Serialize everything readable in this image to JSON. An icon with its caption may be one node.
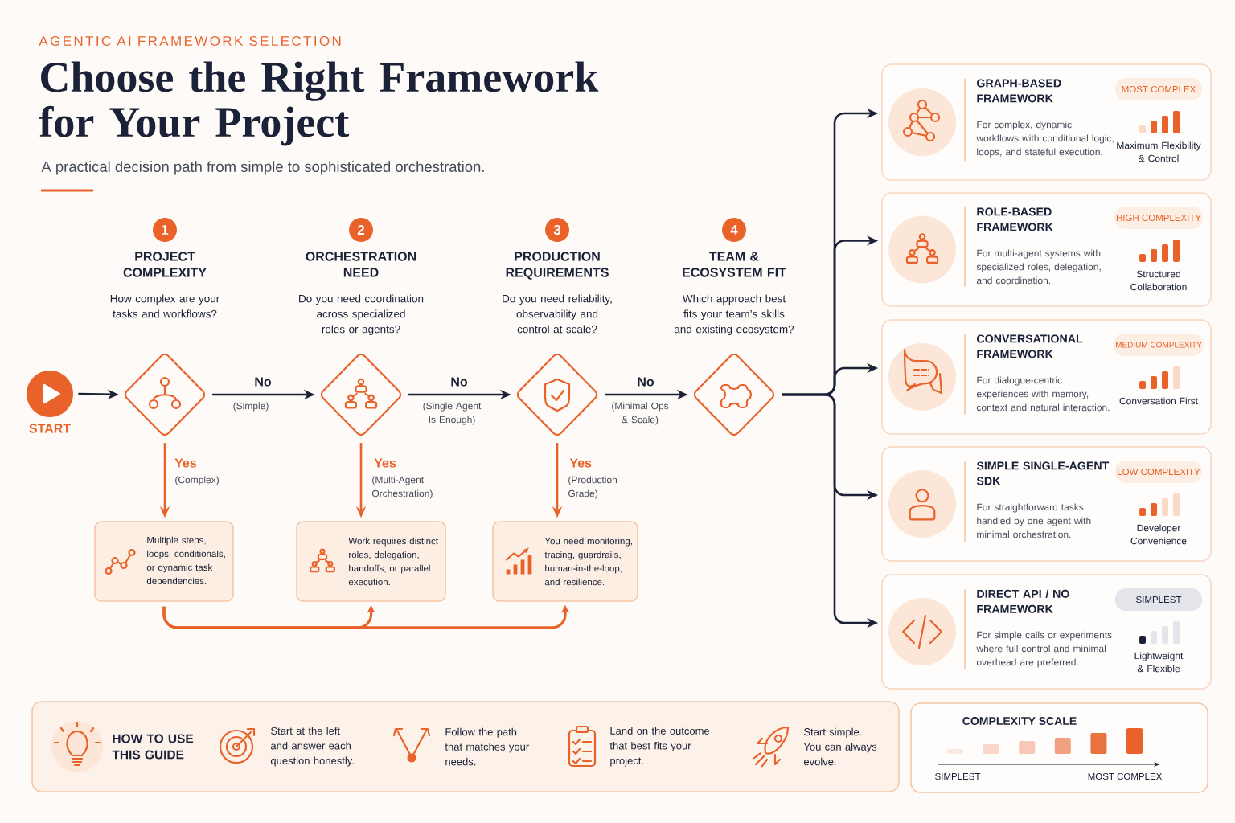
{
  "diagram": {
    "title": "Choose the Right Framework for Your Project",
    "nodes": [
      {
        "text": [
          "START"
        ]
      },
      {
        "text": [],
        "shape": "diamond",
        "beside": [
          "1",
          "PROJECT COMPLEXITY",
          "How complex are your tasks and workflows?"
        ]
      },
      {
        "text": [],
        "shape": "diamond",
        "beside": [
          "2",
          "ORCHESTRATION NEED",
          "Do you need coordination across specialized roles or agents?"
        ]
      },
      {
        "text": [],
        "shape": "diamond",
        "beside": [
          "3",
          "PRODUCTION REQUIREMENTS",
          "Do you need reliability, observability and control at scale?"
        ]
      },
      {
        "text": [],
        "shape": "diamond",
        "beside": [
          "4",
          "TEAM & ECOSYSTEM FIT",
          "Which approach best fits your team’s skills and existing ecosystem?"
        ]
      },
      {
        "text": [
          "Multiple steps, loops, conditionals, or dynamic task dependencies."
        ]
      },
      {
        "text": [
          "Work requires distinct roles, delegation, handoffs, or parallel execution."
        ]
      },
      {
        "text": [
          "You need monitoring, tracing, guardrails, human-in-the-loop, and resilience."
        ]
      },
      {
        "text": [
          "GRAPH-BASED FRAMEWORK",
          "For complex, dynamic workflows with conditional logic, loops, and stateful execution.",
          "Maximum Flexibility & Control"
        ]
      },
      {
        "text": [
          "MOST COMPLEX"
        ],
        "in": 8
      },
      {
        "text": [
          "ROLE-BASED FRAMEWORK",
          "For multi-agent systems with specialized roles, delegation, and coordination.",
          "Structured Collaboration"
        ]
      },
      {
        "text": [
          "HIGH COMPLEXITY"
        ],
        "in": 10
      },
      {
        "text": [
          "CONVERSATIONAL FRAMEWORK",
          "For dialogue-centric experiences with memory, context and natural interaction.",
          "Conversation First"
        ]
      },
      {
        "text": [
          "MEDIUM COMPLEXITY"
        ],
        "in": 12
      },
      {
        "text": [
          "SIMPLE SINGLE-AGENT SDK",
          "For straightforward tasks handled by one agent with minimal orchestration.",
          "Developer Convenience"
        ]
      },
      {
        "text": [
          "LOW COMPLEXITY"
        ],
        "in": 14
      },
      {
        "text": [
          "DIRECT API / NO FRAMEWORK",
          "For simple calls or experiments where full control and minimal overhead are preferred.",
          "Lightweight & Flexible"
        ]
      },
      {
        "text": [
          "SIMPLEST"
        ],
        "in": 16
      },
      {
        "text": [
          "HOW TO USE THIS GUIDE",
          "Start at the left and answer each question honestly.",
          "Follow the path that matches your needs.",
          "Land on the outcome that best fits your project.",
          "Start simple. You can always evolve."
        ]
      },
      {
        "text": [
          "COMPLEXITY SCALE",
          "SIMPLEST",
          "MOST COMPLEX"
        ]
      }
    ],
    "edges": [
      {
        "from": 0,
        "to": 1,
        "arrow": "to"
      },
      {
        "from": 1,
        "to": 2,
        "arrow": "to",
        "label": "No"
      },
      {
        "from": 2,
        "to": 3,
        "arrow": "to",
        "label": "No"
      },
      {
        "from": 3,
        "to": 4,
        "arrow": "to",
        "label": "No"
      },
      {
        "from": 1,
        "to": 5,
        "arrow": "to",
        "label": "Yes",
        "color": "#e8622a"
      },
      {
        "from": 2,
        "to": 6,
        "arrow": "to",
        "label": "Yes",
        "color": "#e8622a"
      },
      {
        "from": 3,
        "to": 7,
        "arrow": "to",
        "label": "Yes",
        "color": "#e8622a"
      },
      {
        "from": 5,
        "to": 6,
        "arrow": "to",
        "color": "#e8622a"
      },
      {
        "from": 5,
        "to": 7,
        "arrow": "to",
        "color": "#e8622a"
      },
      {
        "from": 4,
        "to": 8,
        "arrow": "to"
      },
      {
        "from": 4,
        "to": 10,
        "arrow": "to"
      },
      {
        "from": 4,
        "to": 12,
        "arrow": "to"
      },
      {
        "from": 4,
        "to": 14,
        "arrow": "to"
      },
      {
        "from": 4,
        "to": 16,
        "arrow": "to"
      }
    ],
    "labels": [
      "AGENTIC AI FRAMEWORK SELECTION",
      "A practical decision path from simple to sophisticated orchestration.",
      "(Simple)",
      "(Single Agent Is Enough)",
      "(Minimal Ops & Scale)",
      "(Complex)",
      "(Multi-Agent Orchestration)",
      "(Production Grade)"
    ]
  }
}
